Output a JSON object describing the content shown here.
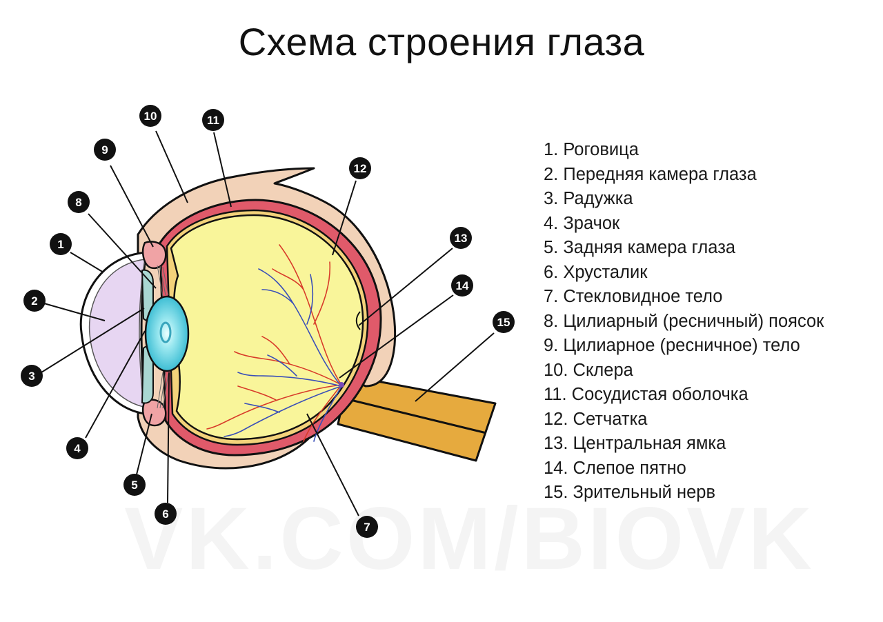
{
  "title": "Схема строения глаза",
  "watermark": "VK.COM/BIOVK",
  "colors": {
    "sclera": "#f2d2b8",
    "choroid": "#e05a6a",
    "retina": "#f7e28a",
    "vitreous": "#f9f59a",
    "anterior_chamber": "#e7d6f2",
    "lens": "#5ecfe0",
    "ciliary_body": "#f0a3a5",
    "iris": "#a9d7d2",
    "optic_nerve": "#e6aa3e",
    "artery": "#d83b2a",
    "vein": "#3a4fb8"
  },
  "markers": [
    "1",
    "2",
    "3",
    "4",
    "5",
    "6",
    "7",
    "8",
    "9",
    "10",
    "11",
    "12",
    "13",
    "14",
    "15"
  ],
  "legend": [
    {
      "num": "1.",
      "label": "Роговица"
    },
    {
      "num": "2.",
      "label": "Передняя камера глаза"
    },
    {
      "num": "3.",
      "label": "Радужка"
    },
    {
      "num": "4.",
      "label": "Зрачок"
    },
    {
      "num": "5.",
      "label": "Задняя камера глаза"
    },
    {
      "num": "6.",
      "label": "Хрусталик"
    },
    {
      "num": "7.",
      "label": "Стекловидное тело"
    },
    {
      "num": "8.",
      "label": "Цилиарный (ресничный) поясок"
    },
    {
      "num": "9.",
      "label": "Цилиарное (ресничное) тело"
    },
    {
      "num": "10.",
      "label": "Склера"
    },
    {
      "num": "11.",
      "label": "Сосудистая оболочка"
    },
    {
      "num": "12.",
      "label": "Сетчатка"
    },
    {
      "num": "13.",
      "label": "Центральная ямка"
    },
    {
      "num": "14.",
      "label": "Слепое пятно"
    },
    {
      "num": "15.",
      "label": "Зрительный нерв"
    }
  ]
}
